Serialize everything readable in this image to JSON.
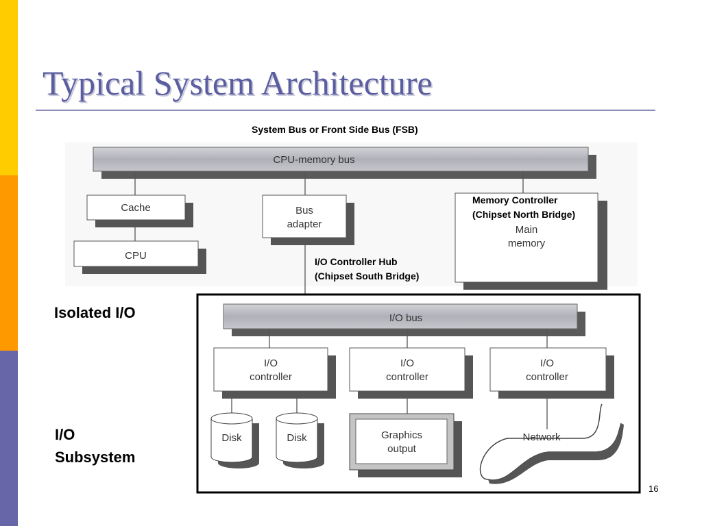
{
  "slide": {
    "title": "Typical System Architecture",
    "page_number": "16",
    "colors": {
      "title": "#5a5ea0",
      "stripe_top": "#ffcc00",
      "stripe_middle": "#ff9900",
      "stripe_bottom": "#6666a8",
      "bus_fill": "#b4b4bc"
    }
  },
  "annotations": {
    "fsb": "System Bus  or  Front Side Bus (FSB)",
    "memory_controller": [
      "Memory Controller",
      "(Chipset North Bridge)"
    ],
    "io_controller_hub": [
      "I/O Controller Hub",
      "(Chipset South Bridge)"
    ],
    "isolated_io": "Isolated I/O",
    "io_subsystem": [
      "I/O",
      "Subsystem"
    ]
  },
  "diagram": {
    "cpu_memory_bus": "CPU-memory bus",
    "cache": "Cache",
    "cpu": "CPU",
    "bus_adapter": [
      "Bus",
      "adapter"
    ],
    "main_memory": [
      "Main",
      "memory"
    ],
    "io_bus": "I/O bus",
    "io_controllers": [
      [
        "I/O",
        "controller"
      ],
      [
        "I/O",
        "controller"
      ],
      [
        "I/O",
        "controller"
      ]
    ],
    "disks": [
      "Disk",
      "Disk"
    ],
    "graphics_output": [
      "Graphics",
      "output"
    ],
    "network": "Network"
  }
}
